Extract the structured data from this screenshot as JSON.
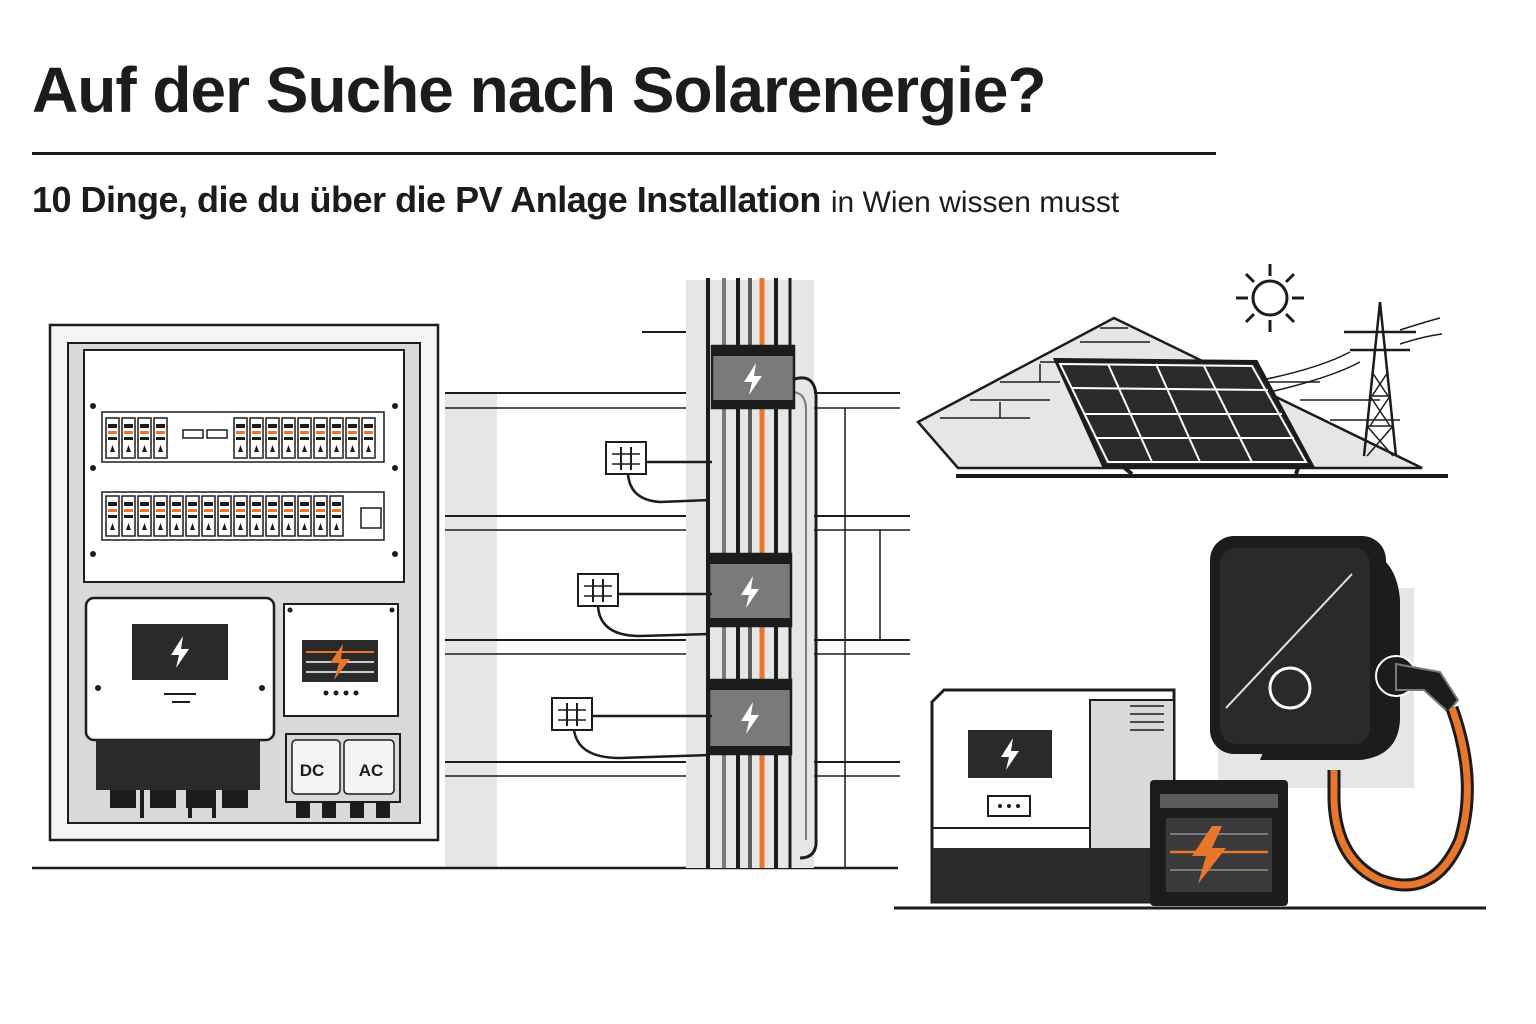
{
  "header": {
    "title": "Auf der Suche nach Solarenergie?",
    "subtitle_strong": "10 Dinge, die du über die PV Anlage Installation",
    "subtitle_rest": "in Wien wissen musst"
  },
  "labels": {
    "dc": "DC",
    "ac": "AC"
  },
  "colors": {
    "accent": "#e8762c",
    "ink": "#1c1c1c",
    "grey": "#7a7a7a",
    "panel": "#2a2a2a"
  },
  "icons": [
    "lightning-icon",
    "sun-icon",
    "power-pylon-icon",
    "solar-panel-icon",
    "junction-box-icon",
    "charging-plug-icon"
  ]
}
